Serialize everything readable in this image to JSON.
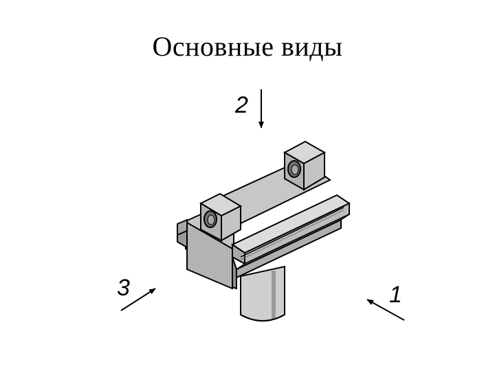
{
  "slide": {
    "title": "Основные виды"
  },
  "views": [
    {
      "id": "view-1",
      "label": "1"
    },
    {
      "id": "view-2",
      "label": "2"
    },
    {
      "id": "view-3",
      "label": "3"
    }
  ],
  "colors": {
    "line": "#000000",
    "shade_dark": "#9a9a9a",
    "shade_mid": "#b8b8b8",
    "shade_light": "#d6d6d6"
  }
}
